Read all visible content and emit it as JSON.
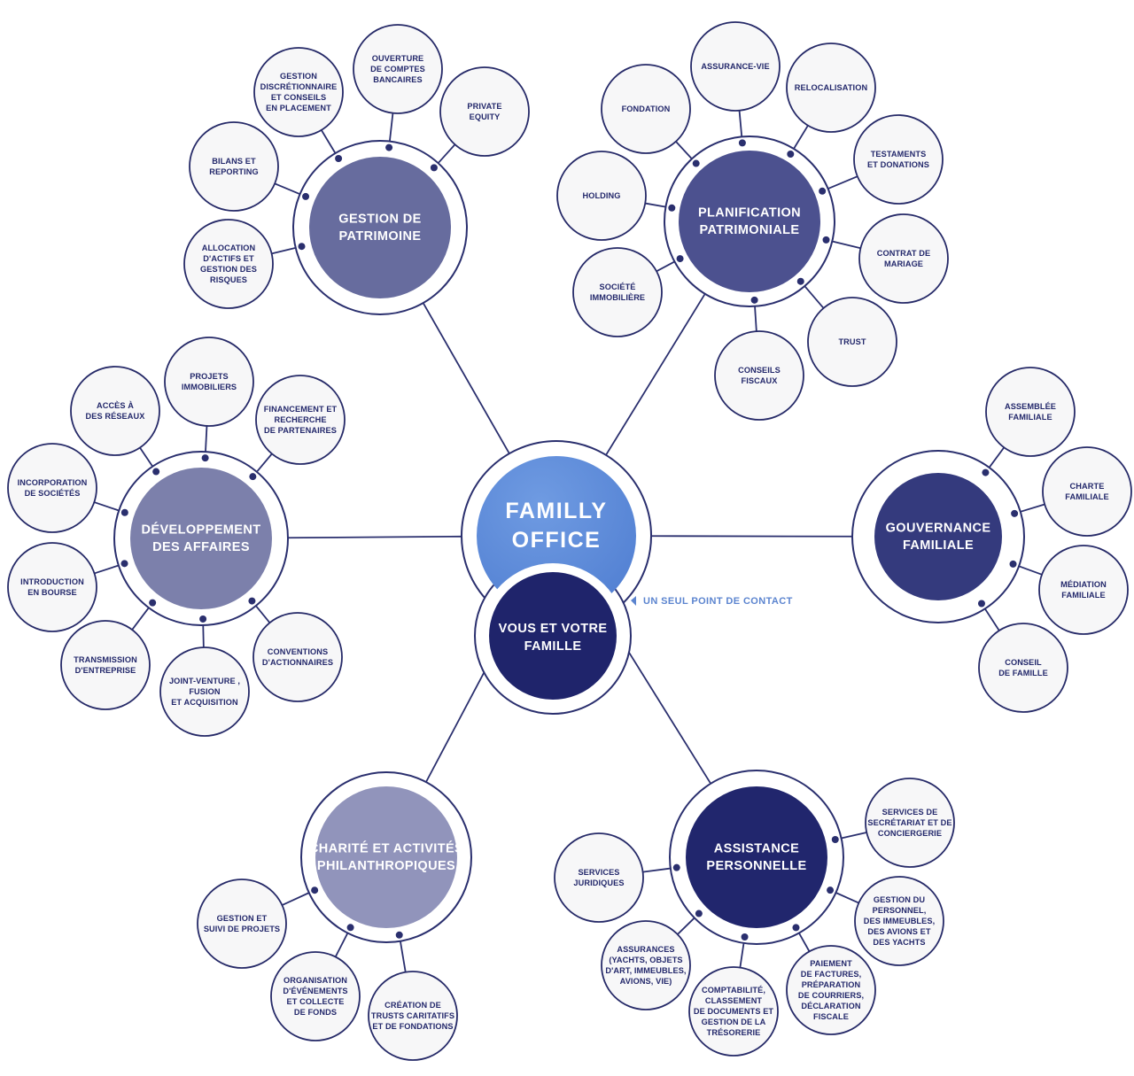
{
  "colors": {
    "line": "#2a2f6e",
    "leaf_fill": "#f7f7f8",
    "leaf_stroke": "#262a68",
    "leaf_text": "#23286b",
    "ring_fill": "#ffffff",
    "center_blue": "#5381d3",
    "family_navy": "#1f246b",
    "contact_blue": "#5b84cf"
  },
  "center": {
    "title_line1": "FAMILLY",
    "title_line2": "OFFICE",
    "family_line1": "VOUS ET VOTRE",
    "family_line2": "FAMILLE",
    "contact_label": "UN SEUL POINT DE CONTACT"
  },
  "hubs": [
    {
      "id": "gestion-patrimoine",
      "lines": [
        "GESTION DE",
        "PATRIMOINE"
      ],
      "color": "#676c9e",
      "leaves": [
        {
          "lines": [
            "BILANS ET",
            "REPORTING"
          ]
        },
        {
          "lines": [
            "GESTION",
            "DISCRÉTIONNAIRE",
            "ET CONSEILS",
            "EN PLACEMENT"
          ]
        },
        {
          "lines": [
            "OUVERTURE",
            "DE COMPTES",
            "BANCAIRES"
          ]
        },
        {
          "lines": [
            "PRIVATE",
            "EQUITY"
          ]
        },
        {
          "lines": [
            "ALLOCATION",
            "D'ACTIFS ET",
            "GESTION DES",
            "RISQUES"
          ]
        }
      ]
    },
    {
      "id": "planification-patrimoniale",
      "lines": [
        "PLANIFICATION",
        "PATRIMONIALE"
      ],
      "color": "#4c518f",
      "leaves": [
        {
          "lines": [
            "FONDATION"
          ]
        },
        {
          "lines": [
            "ASSURANCE-VIE"
          ]
        },
        {
          "lines": [
            "RELOCALISATION"
          ]
        },
        {
          "lines": [
            "TESTAMENTS",
            "ET DONATIONS"
          ]
        },
        {
          "lines": [
            "CONTRAT DE",
            "MARIAGE"
          ]
        },
        {
          "lines": [
            "TRUST"
          ]
        },
        {
          "lines": [
            "CONSEILS",
            "FISCAUX"
          ]
        },
        {
          "lines": [
            "SOCIÉTÉ",
            "IMMOBILIÈRE"
          ]
        },
        {
          "lines": [
            "HOLDING"
          ]
        }
      ]
    },
    {
      "id": "developpement-affaires",
      "lines": [
        "DÉVELOPPEMENT",
        "DES AFFAIRES"
      ],
      "color": "#7c80ab",
      "leaves": [
        {
          "lines": [
            "ACCÈS À",
            "DES RÉSEAUX"
          ]
        },
        {
          "lines": [
            "PROJETS",
            "IMMOBILIERS"
          ]
        },
        {
          "lines": [
            "FINANCEMENT ET",
            "RECHERCHE",
            "DE PARTENAIRES"
          ]
        },
        {
          "lines": [
            "INCORPORATION",
            "DE SOCIÉTÉS"
          ]
        },
        {
          "lines": [
            "INTRODUCTION",
            "EN BOURSE"
          ]
        },
        {
          "lines": [
            "TRANSMISSION",
            "D'ENTREPRISE"
          ]
        },
        {
          "lines": [
            "JOINT-VENTURE ,",
            "FUSION",
            "ET ACQUISITION"
          ]
        },
        {
          "lines": [
            "CONVENTIONS",
            "D'ACTIONNAIRES"
          ]
        }
      ]
    },
    {
      "id": "gouvernance-familiale",
      "lines": [
        "GOUVERNANCE",
        "FAMILIALE"
      ],
      "color": "#343a7d",
      "leaves": [
        {
          "lines": [
            "ASSEMBLÉE",
            "FAMILIALE"
          ]
        },
        {
          "lines": [
            "CHARTE",
            "FAMILIALE"
          ]
        },
        {
          "lines": [
            "MÉDIATION",
            "FAMILIALE"
          ]
        },
        {
          "lines": [
            "CONSEIL",
            "DE FAMILLE"
          ]
        }
      ]
    },
    {
      "id": "charite-philanthropie",
      "lines": [
        "CHARITÉ ET ACTIVITÉS",
        "PHILANTHROPIQUES"
      ],
      "color": "#9194bb",
      "leaves": [
        {
          "lines": [
            "GESTION ET",
            "SUIVI DE PROJETS"
          ]
        },
        {
          "lines": [
            "ORGANISATION",
            "D'ÉVÉNEMENTS",
            "ET COLLECTE",
            "DE FONDS"
          ]
        },
        {
          "lines": [
            "CRÉATION DE",
            "TRUSTS CARITATIFS",
            "ET DE FONDATIONS"
          ]
        }
      ]
    },
    {
      "id": "assistance-personnelle",
      "lines": [
        "ASSISTANCE",
        "PERSONNELLE"
      ],
      "color": "#21266d",
      "leaves": [
        {
          "lines": [
            "SERVICES DE",
            "SECRÉTARIAT ET DE",
            "CONCIERGERIE"
          ]
        },
        {
          "lines": [
            "SERVICES",
            "JURIDIQUES"
          ]
        },
        {
          "lines": [
            "GESTION DU",
            "PERSONNEL,",
            "DES IMMEUBLES,",
            "DES AVIONS ET",
            "DES YACHTS"
          ]
        },
        {
          "lines": [
            "ASSURANCES",
            "(YACHTS, OBJETS",
            "D'ART, IMMEUBLES,",
            "AVIONS, VIE)"
          ]
        },
        {
          "lines": [
            "PAIEMENT",
            "DE FACTURES,",
            "PRÉPARATION",
            "DE COURRIERS,",
            "DÉCLARATION",
            "FISCALE"
          ]
        },
        {
          "lines": [
            "COMPTABILITÉ,",
            "CLASSEMENT",
            "DE DOCUMENTS ET",
            "GESTION DE LA",
            "TRÉSORERIE"
          ]
        }
      ]
    }
  ]
}
